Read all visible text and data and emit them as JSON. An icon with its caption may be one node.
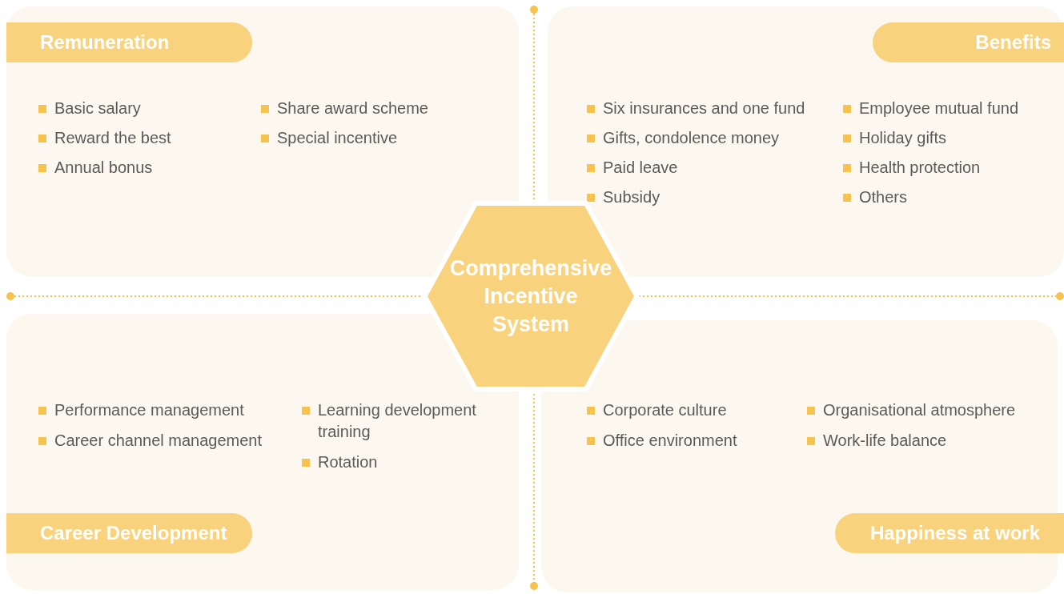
{
  "diagram": {
    "nodes": [
      {
        "text": [
          "Remuneration",
          "Basic salary",
          "Reward the best",
          "Annual bonus",
          "Share award scheme",
          "Special incentive"
        ]
      },
      {
        "text": [
          "Benefits",
          "Six insurances and one fund",
          "Gifts, condolence money",
          "Paid leave",
          "Subsidy",
          "Employee mutual fund",
          "Holiday gifts",
          "Health protection",
          "Others"
        ]
      },
      {
        "text": [
          "Comprehensive Incentive System"
        ]
      },
      {
        "text": [
          "Performance management",
          "Career channel management",
          "Learning development training",
          "Rotation",
          "Career Development"
        ]
      },
      {
        "text": [
          "Corporate culture",
          "Office environment",
          "Organisational atmosphere",
          "Work-life balance",
          "Happiness at work"
        ]
      }
    ]
  }
}
